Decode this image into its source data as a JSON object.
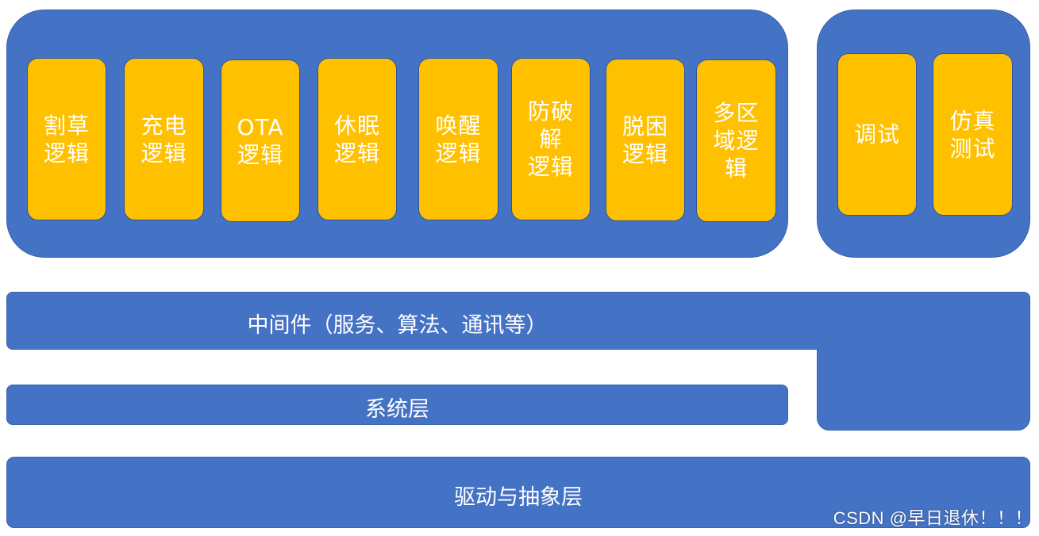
{
  "app_modules": [
    {
      "label": "割草\n逻辑"
    },
    {
      "label": "充电\n逻辑"
    },
    {
      "label": "OTA\n逻辑"
    },
    {
      "label": "休眠\n逻辑"
    },
    {
      "label": "唤醒\n逻辑"
    },
    {
      "label": "防破\n解\n逻辑"
    },
    {
      "label": "脱困\n逻辑"
    },
    {
      "label": "多区\n域逻\n辑"
    }
  ],
  "tool_modules": [
    {
      "label": "调试"
    },
    {
      "label": "仿真\n测试"
    }
  ],
  "layers": {
    "middleware": "中间件（服务、算法、通讯等）",
    "system": "系统层",
    "driver": "驱动与抽象层"
  },
  "watermark": "CSDN @早日退休！！！",
  "colors": {
    "container_blue": "#4472c4",
    "module_yellow": "#ffc000",
    "text": "#ffffff"
  }
}
